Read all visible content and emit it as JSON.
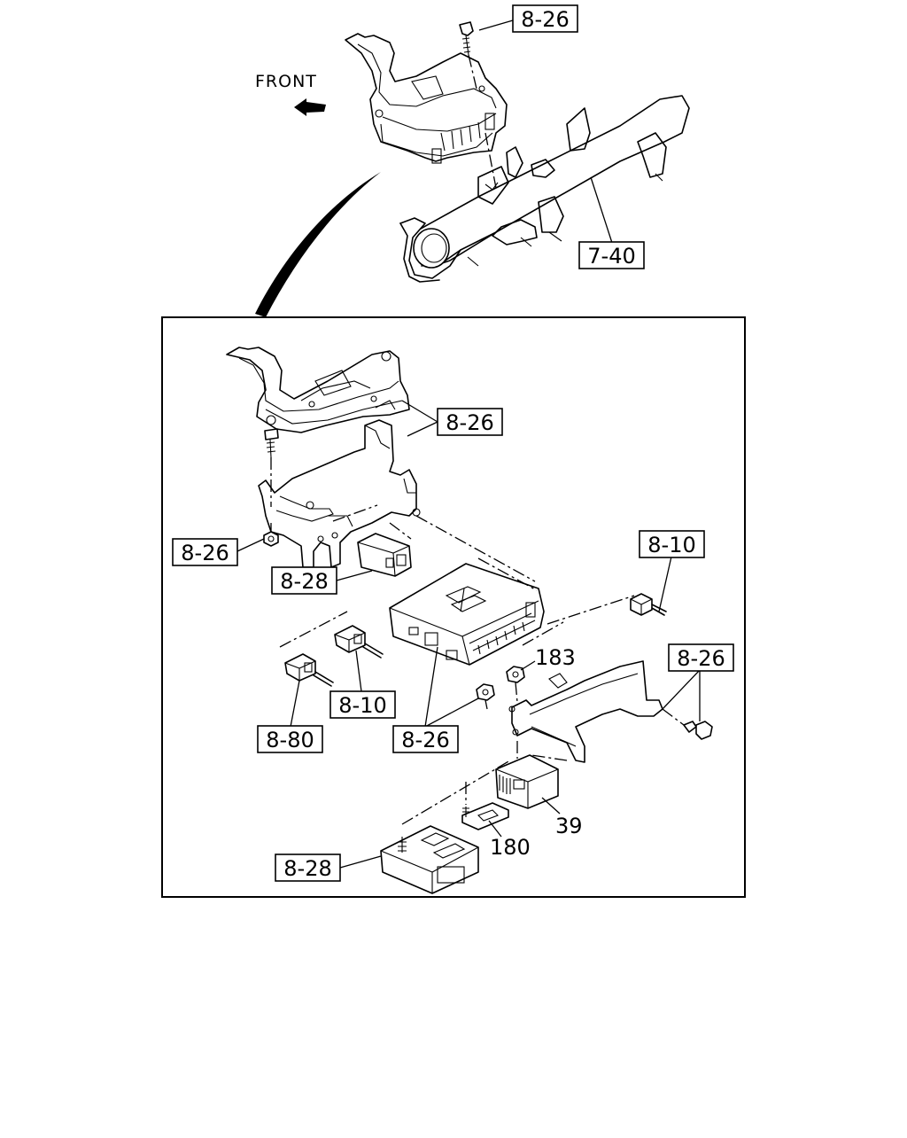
{
  "diagram": {
    "front_label": "FRONT",
    "callouts": {
      "top_bolt": "8-26",
      "beam": "7-40",
      "bracket_upper": "8-26",
      "nut_left": "8-26",
      "relay_left": "8-28",
      "connector_right": "8-10",
      "bolt_right": "8-26",
      "connector_mid": "8-10",
      "connector_left": "8-80",
      "ecu_nuts": "8-26",
      "nut_183": "183",
      "module_39": "39",
      "clip_180": "180",
      "module_bottom": "8-28"
    }
  }
}
